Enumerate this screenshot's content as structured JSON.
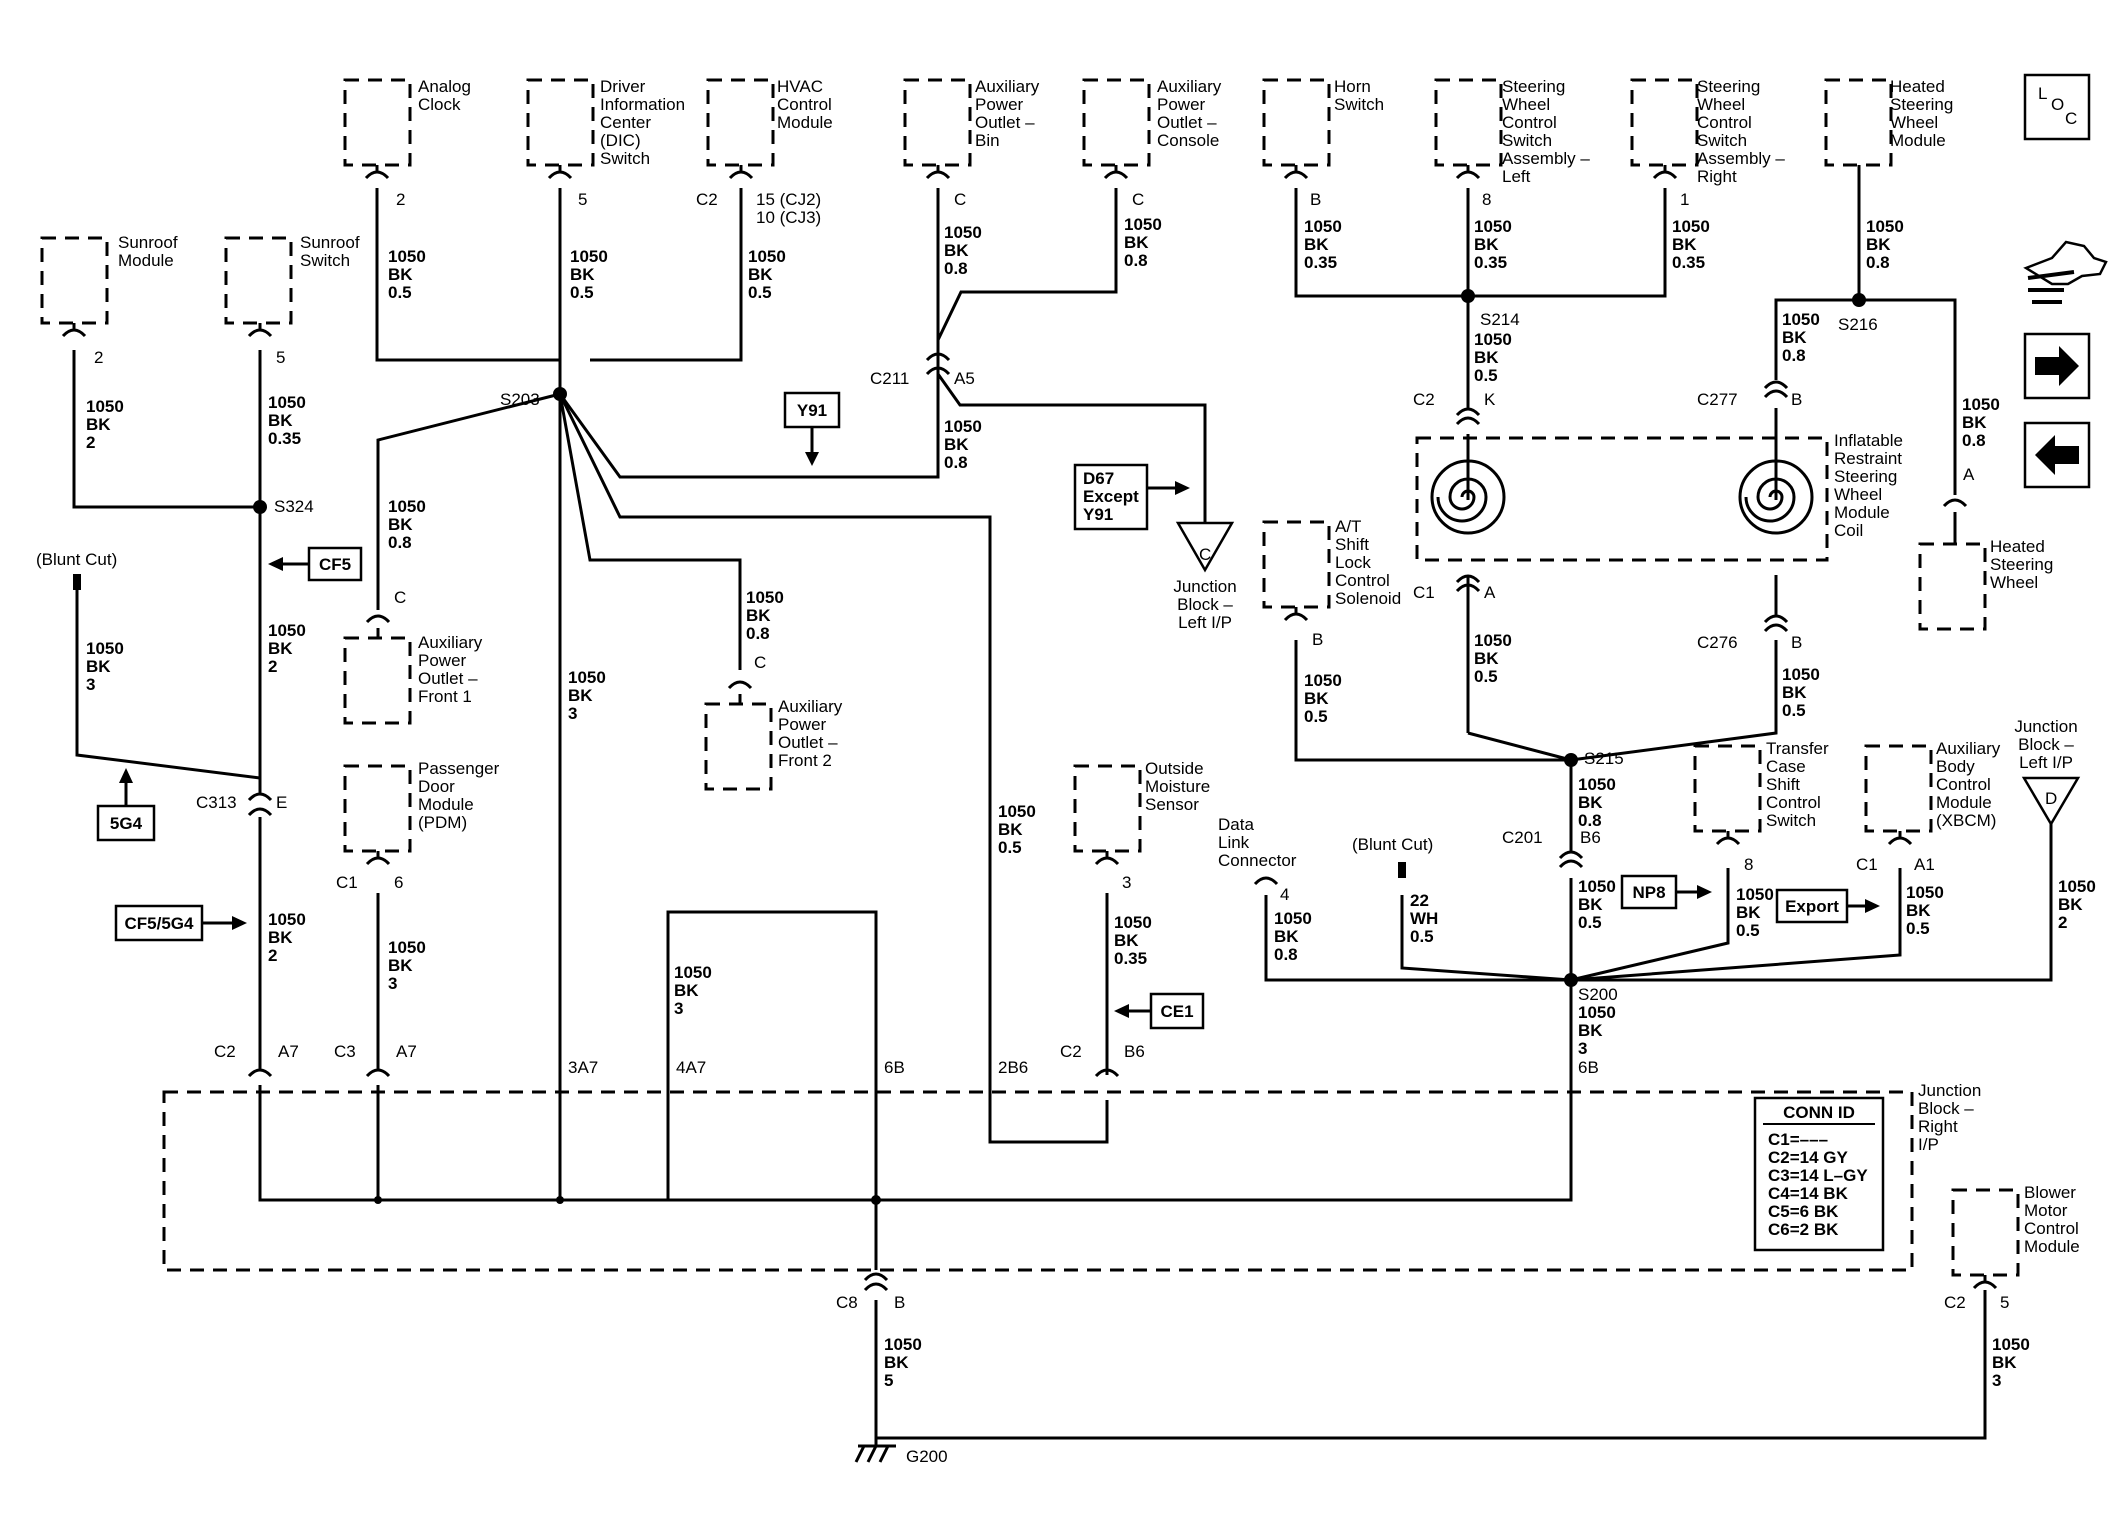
{
  "components": {
    "analog_clock": [
      "Analog",
      "Clock"
    ],
    "dic_switch": [
      "Driver",
      "Information",
      "Center",
      "(DIC)",
      "Switch"
    ],
    "hvac": [
      "HVAC",
      "Control",
      "Module"
    ],
    "apo_bin": [
      "Auxiliary",
      "Power",
      "Outlet –",
      "Bin"
    ],
    "apo_console": [
      "Auxiliary",
      "Power",
      "Outlet –",
      "Console"
    ],
    "horn_switch": [
      "Horn",
      "Switch"
    ],
    "swc_left": [
      "Steering",
      "Wheel",
      "Control",
      "Switch",
      "Assembly –",
      "Left"
    ],
    "swc_right": [
      "Steering",
      "Wheel",
      "Control",
      "Switch",
      "Assembly –",
      "Right"
    ],
    "hsw_module": [
      "Heated",
      "Steering",
      "Wheel",
      "Module"
    ],
    "sunroof_module": [
      "Sunroof",
      "Module"
    ],
    "sunroof_switch": [
      "Sunroof",
      "Switch"
    ],
    "apo_front1": [
      "Auxiliary",
      "Power",
      "Outlet –",
      "Front 1"
    ],
    "apo_front2": [
      "Auxiliary",
      "Power",
      "Outlet –",
      "Front 2"
    ],
    "pdm": [
      "Passenger",
      "Door",
      "Module",
      "(PDM)"
    ],
    "oms": [
      "Outside",
      "Moisture",
      "Sensor"
    ],
    "shift_lock": [
      "A/T",
      "Shift",
      "Lock",
      "Control",
      "Solenoid"
    ],
    "coil": [
      "Inflatable",
      "Restraint",
      "Steering",
      "Wheel",
      "Module",
      "Coil"
    ],
    "heated_sw": [
      "Heated",
      "Steering",
      "Wheel"
    ],
    "tcase_switch": [
      "Transfer",
      "Case",
      "Shift",
      "Control",
      "Switch"
    ],
    "xbcm": [
      "Auxiliary",
      "Body",
      "Control",
      "Module",
      "(XBCM)"
    ],
    "jb_left_top": [
      "Junction",
      "Block –",
      "Left I/P"
    ],
    "jb_left_right": [
      "Junction",
      "Block –",
      "Left I/P"
    ],
    "dlc": [
      "Data",
      "Link",
      "Connector"
    ],
    "jb_right": [
      "Junction",
      "Block –",
      "Right",
      "I/P"
    ],
    "blower": [
      "Blower",
      "Motor",
      "Control",
      "Module"
    ]
  },
  "wire_labels": {
    "clock": [
      "1050",
      "BK",
      "0.5"
    ],
    "dic": [
      "1050",
      "BK",
      "0.5"
    ],
    "hvac": [
      "1050",
      "BK",
      "0.5"
    ],
    "bin": [
      "1050",
      "BK",
      "0.8"
    ],
    "console": [
      "1050",
      "BK",
      "0.8"
    ],
    "horn": [
      "1050",
      "BK",
      "0.35"
    ],
    "swcl": [
      "1050",
      "BK",
      "0.35"
    ],
    "swcr": [
      "1050",
      "BK",
      "0.35"
    ],
    "hswm": [
      "1050",
      "BK",
      "0.8"
    ],
    "sunroof_mod": [
      "1050",
      "BK",
      "2"
    ],
    "sunroof_sw": [
      "1050",
      "BK",
      "0.35"
    ],
    "blunt_left": [
      "1050",
      "BK",
      "3"
    ],
    "s324_down": [
      "1050",
      "BK",
      "2"
    ],
    "c313_down": [
      "1050",
      "BK",
      "2"
    ],
    "apo_f1": [
      "1050",
      "BK",
      "0.8"
    ],
    "c211": [
      "1050",
      "BK",
      "0.8"
    ],
    "s203_down": [
      "1050",
      "BK",
      "3"
    ],
    "apo_f2": [
      "1050",
      "BK",
      "0.8"
    ],
    "pdm": [
      "1050",
      "BK",
      "3"
    ],
    "bk3_mid": [
      "1050",
      "BK",
      "3"
    ],
    "oms_return": [
      "1050",
      "BK",
      "0.5"
    ],
    "oms": [
      "1050",
      "BK",
      "0.35"
    ],
    "s214": [
      "1050",
      "BK",
      "0.5"
    ],
    "s216": [
      "1050",
      "BK",
      "0.8"
    ],
    "hsw": [
      "1050",
      "BK",
      "0.8"
    ],
    "shift": [
      "1050",
      "BK",
      "0.5"
    ],
    "coil_a": [
      "1050",
      "BK",
      "0.5"
    ],
    "coil_b": [
      "1050",
      "BK",
      "0.5"
    ],
    "s215": [
      "1050",
      "BK",
      "0.8"
    ],
    "c201": [
      "1050",
      "BK",
      "0.5"
    ],
    "dlc": [
      "1050",
      "BK",
      "0.8"
    ],
    "blunt_right": [
      "22",
      "WH",
      "0.5"
    ],
    "tcase": [
      "1050",
      "BK",
      "0.5"
    ],
    "xbcm": [
      "1050",
      "BK",
      "0.5"
    ],
    "jb_left": [
      "1050",
      "BK",
      "2"
    ],
    "s200": [
      "1050",
      "BK",
      "3"
    ],
    "c8": [
      "1050",
      "BK",
      "5"
    ],
    "blower": [
      "1050",
      "BK",
      "3"
    ]
  },
  "pins": {
    "clock": "2",
    "dic": "5",
    "hvac_conn": "C2",
    "hvac_pins": [
      "15 (CJ2)",
      "10 (CJ3)"
    ],
    "bin": "C",
    "console": "C",
    "horn": "B",
    "swcl": "8",
    "swcr": "1",
    "sunroof_mod": "2",
    "sunroof_sw": "5",
    "apo_f1": "C",
    "apo_f2": "C",
    "pdm_conn": "C1",
    "pdm_pin": "6",
    "oms": "3",
    "c211": "C211",
    "c211_pin": "A5",
    "c2_coil": "C2",
    "c2_coil_pin": "K",
    "c1_coil": "C1",
    "c1_coil_pin": "A",
    "c277": "C277",
    "c277_pin": "B",
    "c276": "C276",
    "c276_pin": "B",
    "hsw": "A",
    "shift": "B",
    "c313": "C313",
    "c313_pin": "E",
    "c201": "C201",
    "c201_pin": "B6",
    "dlc": "4",
    "tcase": "8",
    "xbcm_conn": "C1",
    "xbcm_pin": "A1",
    "jb_left_pin": "D",
    "jb_left_top_pin": "C",
    "c2_a7": "C2",
    "a7_1": "A7",
    "c3_a7": "C3",
    "a7_2": "A7",
    "p_3a7": "3A7",
    "p_4a7": "4A7",
    "p_6b": "6B",
    "p_2b6": "2B6",
    "c2_b6": "C2",
    "b6": "B6",
    "p_6b_right": "6B",
    "c8": "C8",
    "c8_pin": "B",
    "blower_conn": "C2",
    "blower_pin": "5"
  },
  "splices": {
    "s203": "S203",
    "s324": "S324",
    "s214": "S214",
    "s216": "S216",
    "s215": "S215",
    "s200": "S200",
    "g200": "G200"
  },
  "flags": {
    "y91": "Y91",
    "d67": [
      "D67",
      "Except",
      "Y91"
    ],
    "cf5": "CF5",
    "g5g4": "5G4",
    "cf5_5g4": "CF5/5G4",
    "ce1": "CE1",
    "np8": "NP8",
    "export": "Export"
  },
  "blunt_cut_left": "(Blunt Cut)",
  "blunt_cut_right": "(Blunt Cut)",
  "conn_id": {
    "title": "CONN ID",
    "rows": [
      "C1=–––",
      "C2=14 GY",
      "C3=14 L–GY",
      "C4=14 BK",
      "C5=6 BK",
      "C6=2 BK"
    ]
  },
  "loc_button": {
    "l": "L",
    "o": "O",
    "c": "C"
  },
  "nav": {
    "forward_icon": "arrow-right-icon",
    "back_icon": "arrow-left-icon",
    "hand_icon": "hand-pointer-icon"
  }
}
